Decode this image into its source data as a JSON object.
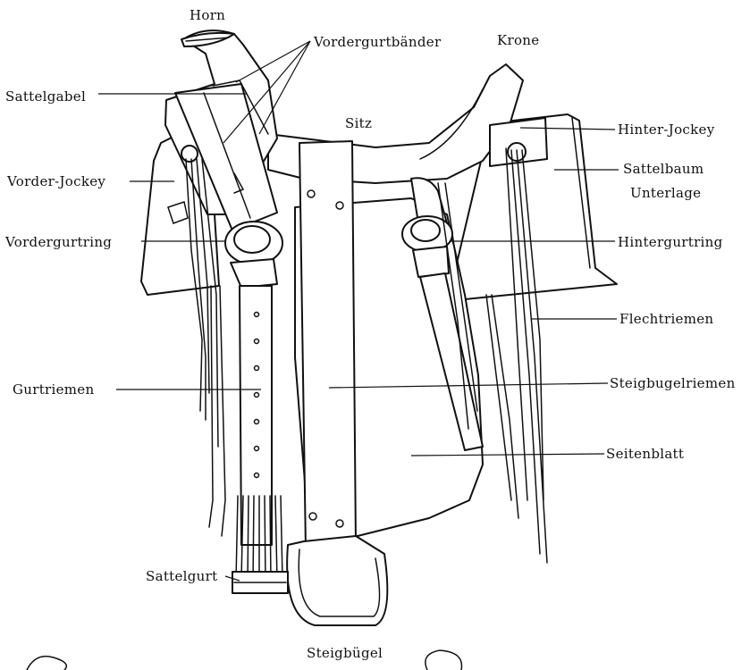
{
  "labels": {
    "horn": "Horn",
    "vordergurtbaender": "Vordergurtbänder",
    "krone": "Krone",
    "sattelgabel": "Sattelgabel",
    "sitz": "Sitz",
    "hinter_jockey": "Hinter-Jockey",
    "vorder_jockey": "Vorder-Jockey",
    "sattelbaum_unterlage_1": "Sattelbaum",
    "sattelbaum_unterlage_2": "Unterlage",
    "vordergurtring": "Vordergurtring",
    "hintergurtring": "Hintergurtring",
    "flechtriemen": "Flechtriemen",
    "gurtriemen": "Gurtriemen",
    "steigbuegelriemen": "Steigbugelriemen",
    "seitenblatt": "Seitenblatt",
    "sattelgurt": "Sattelgurt",
    "steigbuegel": "Steigbügel"
  },
  "colors": {
    "ink": "#111111",
    "paper": "#ffffff"
  }
}
